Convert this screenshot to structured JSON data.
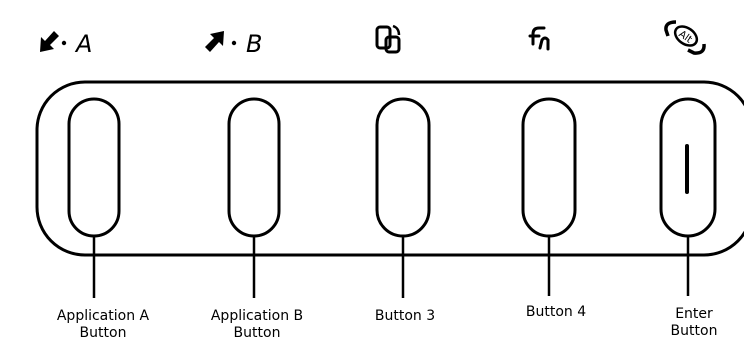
{
  "icons": [
    {
      "name": "arrow-down-left-icon",
      "letter": "A"
    },
    {
      "name": "arrow-up-right-icon",
      "letter": "B"
    },
    {
      "name": "window-switch-icon",
      "letter": ""
    },
    {
      "name": "fn-icon",
      "letter": ""
    },
    {
      "name": "alt-icon",
      "letter": ""
    }
  ],
  "alt_text": "Alt",
  "buttons": [
    {
      "label_line1": "Application A",
      "label_line2": "Button"
    },
    {
      "label_line1": "Application B",
      "label_line2": "Button"
    },
    {
      "label_line1": "Button 3",
      "label_line2": ""
    },
    {
      "label_line1": "Button 4",
      "label_line2": ""
    },
    {
      "label_line1": "Enter",
      "label_line2": "Button"
    }
  ]
}
